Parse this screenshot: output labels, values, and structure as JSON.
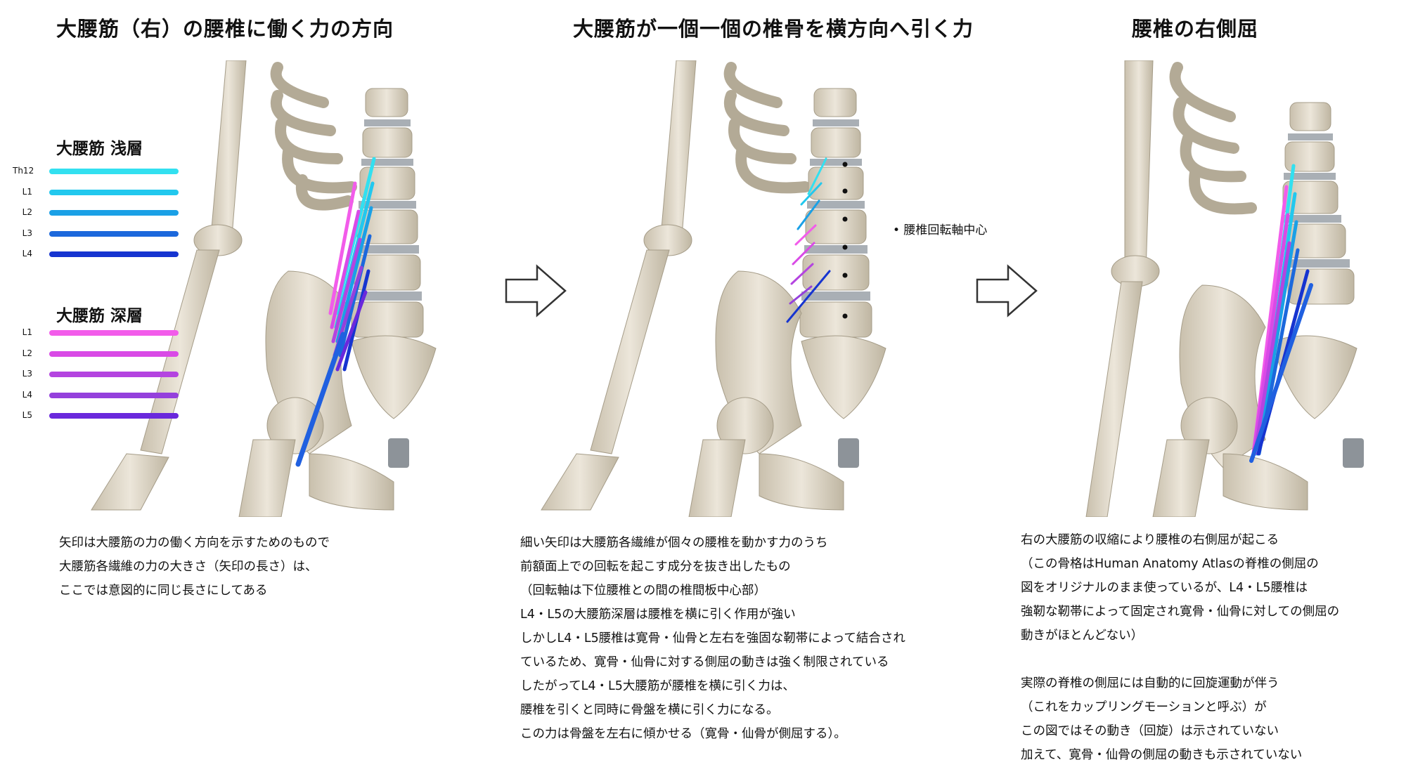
{
  "titles": {
    "left": "大腰筋（右）の腰椎に働く力の方向",
    "middle": "大腰筋が一個一個の椎骨を横方向へ引く力",
    "right": "腰椎の右側屈"
  },
  "legend": {
    "shallow_title": "大腰筋 浅層",
    "shallow": [
      {
        "label": "Th12",
        "color": "#32e0f0"
      },
      {
        "label": "L1",
        "color": "#22c8ee"
      },
      {
        "label": "L2",
        "color": "#1aa0e6"
      },
      {
        "label": "L3",
        "color": "#1c68dc"
      },
      {
        "label": "L4",
        "color": "#1634d0"
      }
    ],
    "deep_title": "大腰筋 深層",
    "deep": [
      {
        "label": "L1",
        "color": "#f25cea"
      },
      {
        "label": "L2",
        "color": "#d94ae6"
      },
      {
        "label": "L3",
        "color": "#b444e0"
      },
      {
        "label": "L4",
        "color": "#9440dc"
      },
      {
        "label": "L5",
        "color": "#6a28dc"
      }
    ]
  },
  "middle_label": "• 腰椎回転軸中心",
  "texts": {
    "left": [
      "矢印は大腰筋の力の働く方向を示すためのもので",
      "大腰筋各繊維の力の大きさ（矢印の長さ）は、",
      "ここでは意図的に同じ長さにしてある"
    ],
    "middle": [
      "細い矢印は大腰筋各繊維が個々の腰椎を動かす力のうち",
      "前額面上での回転を起こす成分を抜き出したもの",
      "（回転軸は下位腰椎との間の椎間板中心部）",
      "L4・L5の大腰筋深層は腰椎を横に引く作用が強い",
      "しかしL4・L5腰椎は寛骨・仙骨と左右を強固な靭帯によって結合され",
      "ているため、寛骨・仙骨に対する側屈の動きは強く制限されている",
      "したがってL4・L5大腰筋が腰椎を横に引く力は、",
      "腰椎を引くと同時に骨盤を横に引く力になる。",
      "この力は骨盤を左右に傾かせる（寛骨・仙骨が側屈する）。"
    ],
    "right": [
      "右の大腰筋の収縮により腰椎の右側屈が起こる",
      "（この骨格はHuman Anatomy Atlasの脊椎の側屈の",
      "図をオリジナルのまま使っているが、L4・L5腰椎は",
      "強靭な靭帯によって固定され寛骨・仙骨に対しての側屈の",
      "動きがほとんどない）",
      "",
      "実際の脊椎の側屈には自動的に回旋運動が伴う",
      "（これをカップリングモーションと呼ぶ）が",
      "この図ではその動き（回旋）は示されていない",
      "加えて、寛骨・仙骨の側屈の動きも示されていない"
    ]
  },
  "colors": {
    "bone": "#ddd6c6",
    "bone_shade": "#b8ae9a",
    "disc": "#a9afb5",
    "arrow_outline": "#333333"
  }
}
